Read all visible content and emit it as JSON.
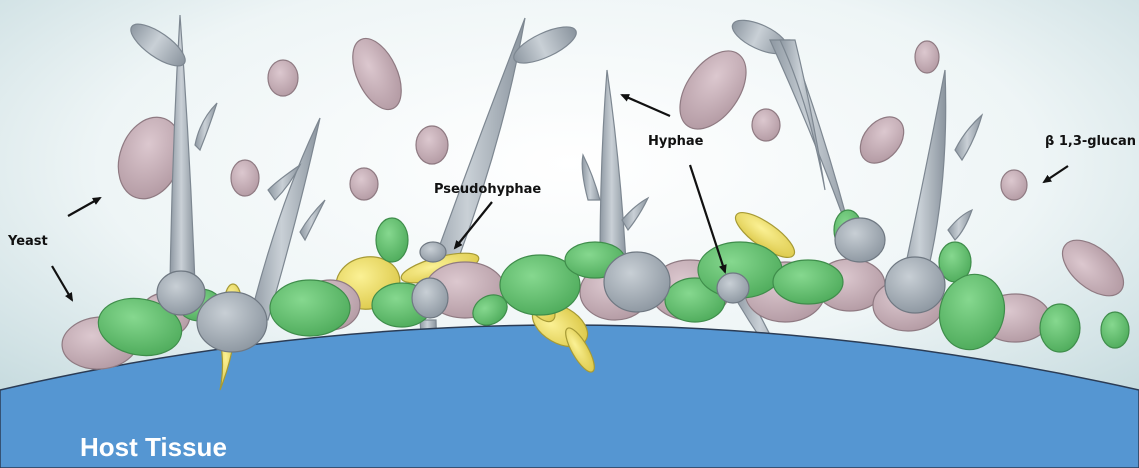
{
  "labels": {
    "yeast": "Yeast",
    "pseudohyphae": "Pseudohyphae",
    "hyphae": "Hyphae",
    "glucan": "β 1,3-glucan",
    "host_tissue": "Host Tissue"
  },
  "colors": {
    "background_top": "#eef5f6",
    "background_bottom": "#c9dcdf",
    "host_tissue": "#5596d2",
    "hyphae_gray": "#a9b2bb",
    "yeast_pink": "#c8b1b9",
    "green_cell": "#6cc477",
    "yellow_cell": "#f0e26a",
    "label_text": "#111111",
    "tissue_text": "#ffffff"
  }
}
